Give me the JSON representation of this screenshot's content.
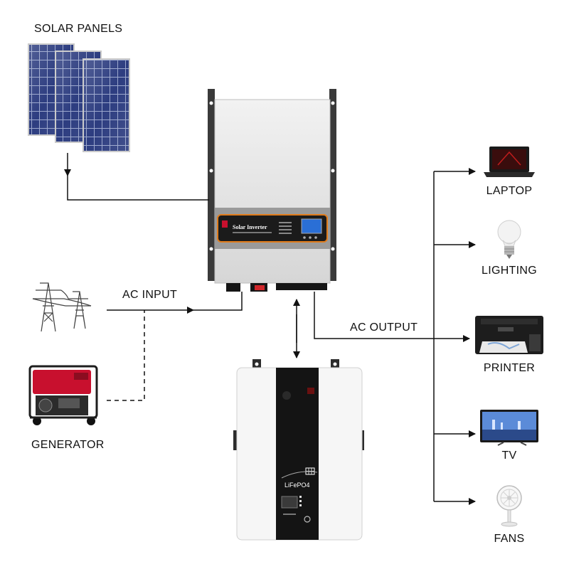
{
  "labels": {
    "solar_panels": "SOLAR PANELS",
    "ac_input": "AC INPUT",
    "ac_output": "AC OUTPUT",
    "generator": "GENERATOR"
  },
  "loads": {
    "laptop": "LAPTOP",
    "lighting": "LIGHTING",
    "printer": "PRINTER",
    "tv": "TV",
    "fans": "FANS"
  },
  "inverter": {
    "brand": "Solar Inverter"
  },
  "battery": {
    "brand": "LiFePO4"
  },
  "colors": {
    "line": "#111111",
    "inverter_accent": "#e07b1a",
    "generator_red": "#c8102e",
    "battery_black": "#141414"
  }
}
